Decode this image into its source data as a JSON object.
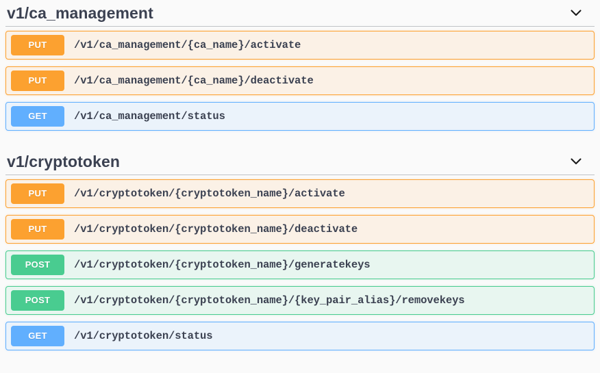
{
  "page": {
    "background_color": "#fafafa",
    "text_color": "#3b4151"
  },
  "colors": {
    "put_accent": "#fca130",
    "put_background": "#fbf1e6",
    "get_accent": "#61affe",
    "get_background": "#ebf3fb",
    "post_accent": "#49cc90",
    "post_background": "#e8f6f0",
    "title": "#3b4151"
  },
  "sections": [
    {
      "title": "v1/ca_management",
      "expand_icon": "chevron-down-icon",
      "operations": [
        {
          "method": "PUT",
          "path": "/v1/ca_management/{ca_name}/activate"
        },
        {
          "method": "PUT",
          "path": "/v1/ca_management/{ca_name}/deactivate"
        },
        {
          "method": "GET",
          "path": "/v1/ca_management/status"
        }
      ]
    },
    {
      "title": "v1/cryptotoken",
      "expand_icon": "chevron-down-icon",
      "operations": [
        {
          "method": "PUT",
          "path": "/v1/cryptotoken/{cryptotoken_name}/activate"
        },
        {
          "method": "PUT",
          "path": "/v1/cryptotoken/{cryptotoken_name}/deactivate"
        },
        {
          "method": "POST",
          "path": "/v1/cryptotoken/{cryptotoken_name}/generatekeys"
        },
        {
          "method": "POST",
          "path": "/v1/cryptotoken/{cryptotoken_name}/{key_pair_alias}/removekeys"
        },
        {
          "method": "GET",
          "path": "/v1/cryptotoken/status"
        }
      ]
    }
  ]
}
